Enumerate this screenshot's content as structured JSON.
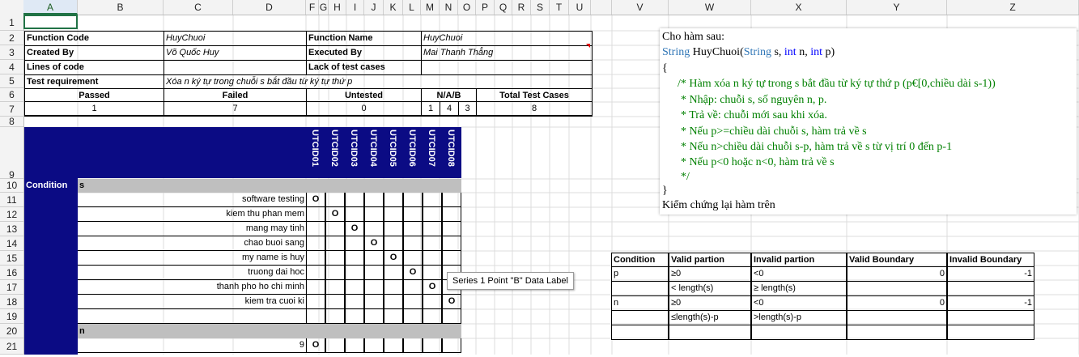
{
  "columns": [
    "A",
    "B",
    "C",
    "D",
    "F",
    "G",
    "H",
    "I",
    "J",
    "K",
    "L",
    "M",
    "N",
    "O",
    "P",
    "Q",
    "R",
    "S",
    "T",
    "U",
    "V",
    "W",
    "X",
    "Y",
    "Z"
  ],
  "rows": [
    "1",
    "2",
    "3",
    "4",
    "5",
    "6",
    "7",
    "8",
    "9",
    "10",
    "11",
    "12",
    "13",
    "14",
    "15",
    "16",
    "17",
    "18",
    "19",
    "20",
    "21"
  ],
  "header_table": {
    "function_code_label": "Function Code",
    "function_code_value": "HuyChuoi",
    "function_name_label": "Function Name",
    "function_name_value": "HuyChuoi",
    "created_by_label": "Created By",
    "created_by_value": "Võ Quốc Huy",
    "executed_by_label": "Executed By",
    "executed_by_value": "Mai Thanh Thẳng",
    "lines_of_code_label": "Lines  of code",
    "lack_of_test_label": "Lack of test cases",
    "test_requirement_label": "Test requirement",
    "test_requirement_value": "Xóa n ký tự trong chuỗi s bắt đầu từ ký tự thứ p",
    "passed_label": "Passed",
    "failed_label": "Failed",
    "untested_label": "Untested",
    "nab_label": "N/A/B",
    "total_label": "Total Test Cases",
    "passed_value": "1",
    "failed_value": "7",
    "untested_value": "0",
    "n_value": "1",
    "a_value": "4",
    "b_value": "3",
    "total_value": "8"
  },
  "utc": [
    "UTCID01",
    "UTCID02",
    "UTCID03",
    "UTCID04",
    "UTCID05",
    "UTCID06",
    "UTCID07",
    "UTCID08"
  ],
  "matrix": {
    "condition_label": "Condition",
    "s_label": "s",
    "n_label": "n",
    "s_values": [
      "software testing",
      "kiem thu phan mem",
      "mang may tinh",
      "chao buoi sang",
      "my name is huy",
      "truong dai hoc",
      "thanh pho ho chi minh",
      "kiem tra cuoi ki"
    ],
    "n_first_value": "9",
    "mark": "O"
  },
  "tooltip": "Series 1 Point \"B\" Data Label",
  "code": {
    "intro": "Cho hàm sau:",
    "sig_type": "String",
    "sig_name": " HuyChuoi(",
    "sig_param_type": "String",
    "sig_s": " s, ",
    "sig_int1": "int",
    "sig_n": " n, ",
    "sig_int2": "int",
    "sig_p": " p)",
    "open_brace": "{",
    "c1": "/* Hàm xóa n ký tự trong s bắt đầu từ ký tự thứ p (p€[0,chiều dài s-1))",
    "c2": "* Nhập: chuỗi s, số nguyên n, p.",
    "c3": "* Trả về: chuỗi mới sau khi xóa.",
    "c4": "* Nếu p>=chiều dài chuỗi s, hàm trả về s",
    "c5": "* Nếu n>chiều dài chuỗi s-p, hàm trả về s từ vị trí 0 đến p-1",
    "c6": "* Nếu p<0 hoặc n<0, hàm trả về s",
    "c7": "*/",
    "close_brace": "}",
    "outro": "Kiểm chứng lại hàm trên"
  },
  "partition": {
    "headers": [
      "Condition",
      "Valid partion",
      "Invalid partion",
      "Valid Boundary",
      "Invalid Boundary"
    ],
    "rows": [
      [
        "p",
        "≥0",
        "<0",
        "0",
        "-1"
      ],
      [
        "",
        "< length(s)",
        "≥ length(s)",
        "",
        ""
      ],
      [
        "n",
        "≥0",
        "<0",
        "0",
        "-1"
      ],
      [
        "",
        "≤length(s)-p",
        ">length(s)-p",
        "",
        ""
      ],
      [
        "",
        "",
        "",
        "",
        ""
      ]
    ]
  }
}
